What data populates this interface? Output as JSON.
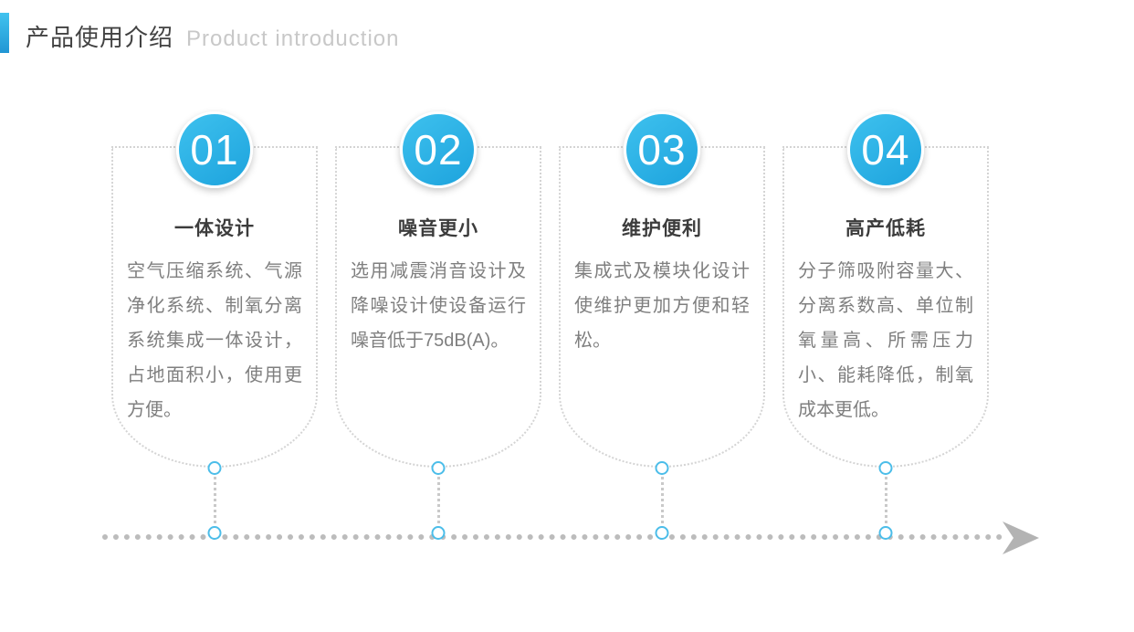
{
  "header": {
    "title_cn": "产品使用介绍",
    "title_en": "Product introduction"
  },
  "steps": [
    {
      "number": "01",
      "title": "一体设计",
      "description": "空气压缩系统、气源净化系统、制氧分离系统集成一体设计，占地面积小，使用更方便。"
    },
    {
      "number": "02",
      "title": "噪音更小",
      "description": "选用减震消音设计及降噪设计使设备运行噪音低于75dB(A)。"
    },
    {
      "number": "03",
      "title": "维护便利",
      "description": "集成式及模块化设计使维护更加方便和轻松。"
    },
    {
      "number": "04",
      "title": "高产低耗",
      "description": "分子筛吸附容量大、分离系数高、单位制氧量高、所需压力小、能耗降低，制氧成本更低。"
    }
  ],
  "timeline": {
    "arrow_icon": "right-arrow"
  },
  "colors": {
    "accent_blue": "#29b1e6",
    "node_stroke": "#4bbde9",
    "timeline_gray": "#bcbcbc",
    "arrow_gray": "#b3b3b3",
    "card_border": "#d4d4d4",
    "title_text": "#3c3c3c",
    "body_text": "#7f7f7f"
  }
}
